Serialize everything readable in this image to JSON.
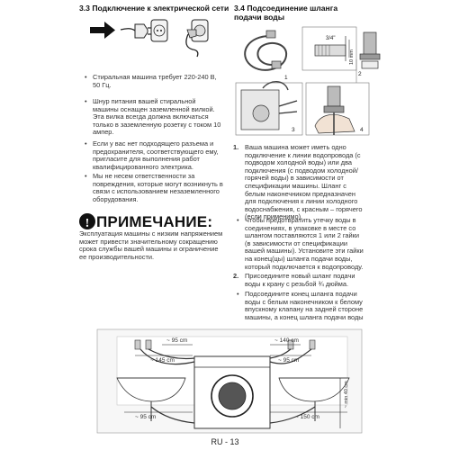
{
  "left": {
    "heading": "3.3 Подключение к электрической сети",
    "bullets": [
      "Стиральная машина требует 220-240 В, 50 Гц.",
      "Шнур питания вашей стиральной машины оснащен заземленной вилкой. Эта вилка всегда должна включаться только в заземленную розетку с током 10 ампер.",
      "Если у вас нет подходящего разъема и предохранителя, соответствующего ему, пригласите для выполнения работ квалифицированного электрика.",
      "Мы не несем ответственности за повреждения, которые могут возникнуть в связи с использованием незаземленного оборудования."
    ],
    "note_title": "ПРИМЕЧАНИЕ:",
    "note_text": "Эксплуатация машины с низким напряжением может привести значительному сокращению срока службы вашей машины и ограничение ее производительности."
  },
  "right": {
    "heading": "3.4 Подсоединение шланга подачи воды",
    "fig_labels": {
      "n1": "1",
      "n2": "2",
      "n3": "3",
      "n4": "4",
      "thread": "3/4\"",
      "depth": "10 mm"
    },
    "items": [
      {
        "num": "1.",
        "text": "Ваша машина может иметь одно подключение к линии водопровода (с подводом холодной воды) или два подключения (с подводом холодной/горячей воды) в зависимости от спецификации машины. Шланг с белым наконечником предназначен для подключения к линии холодного водоснабжения, с красным – горячего (если применимо)."
      },
      {
        "num": "",
        "text": "Чтобы предотвратить утечку воды в соединениях, в упаковке в месте со шлангом поставляются 1 или 2 гайки (в зависимости от спецификации вашей машины). Установите эти гайки на конец(цы) шланга подачи воды, который подключается к водопроводу."
      },
      {
        "num": "2.",
        "text": "Присоедините новый шланг подачи воды к крану с резьбой ¾ дюйма."
      },
      {
        "num": "",
        "text": "Подсоедините конец шланга подачи воды с белым наконечником к белому впускному клапану на задней стороне машины, а конец шланга подачи воды"
      }
    ]
  },
  "bottom_fig": {
    "dim_95_left": "~ 95 cm",
    "dim_145": "~ 145 cm",
    "dim_140": "~ 140 cm",
    "dim_95_right": "~ 95 cm",
    "dim_95_low": "~ 95 cm",
    "dim_150": "~ 150 cm",
    "dim_vertical": "~ min 40 cm"
  },
  "footer": {
    "page": "RU - 13"
  }
}
